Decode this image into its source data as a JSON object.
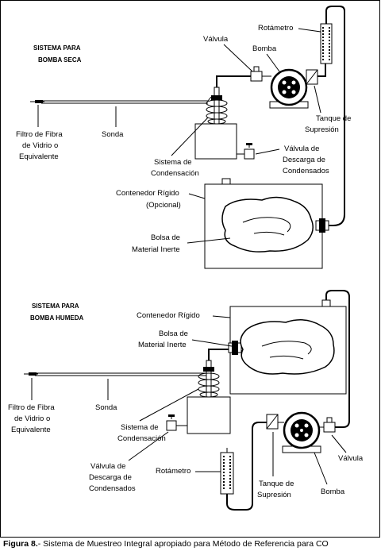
{
  "top_section": {
    "title_line1": "SISTEMA PARA",
    "title_line2": "BOMBA SECA",
    "labels": {
      "rotametro": "Rotámetro",
      "valvula": "Válvula",
      "bomba": "Bomba",
      "tanque_line1": "Tanque de",
      "tanque_line2": "Supresión",
      "filtro_line1": "Filtro de Fibra",
      "filtro_line2": "de Vidrio o",
      "filtro_line3": "Equivalente",
      "sonda": "Sonda",
      "condensacion_line1": "Sistema de",
      "condensacion_line2": "Condensación",
      "descarga_line1": "Válvula de",
      "descarga_line2": "Descarga de",
      "descarga_line3": "Condensados",
      "contenedor_line1": "Contenedor Rígido",
      "contenedor_line2": "(Opcional)",
      "bolsa_line1": "Bolsa de",
      "bolsa_line2": "Material Inerte"
    }
  },
  "bottom_section": {
    "title_line1": "SISTEMA PARA",
    "title_line2": "BOMBA HUMEDA",
    "labels": {
      "contenedor": "Contenedor Rígido",
      "bolsa_line1": "Bolsa de",
      "bolsa_line2": "Material Inerte",
      "filtro_line1": "Filtro de Fibra",
      "filtro_line2": "de Vidrio o",
      "filtro_line3": "Equivalente",
      "sonda": "Sonda",
      "condensacion_line1": "Sistema de",
      "condensacion_line2": "Condensación",
      "descarga_line1": "Válvula de",
      "descarga_line2": "Descarga de",
      "descarga_line3": "Condensados",
      "rotametro": "Rotámetro",
      "tanque_line1": "Tanque de",
      "tanque_line2": "Supresión",
      "valvula": "Válvula",
      "bomba": "Bomba"
    }
  },
  "caption": {
    "label": "Figura 8.",
    "text": "- Sistema de Muestreo Integral apropiado para Método de Referencia para CO"
  }
}
